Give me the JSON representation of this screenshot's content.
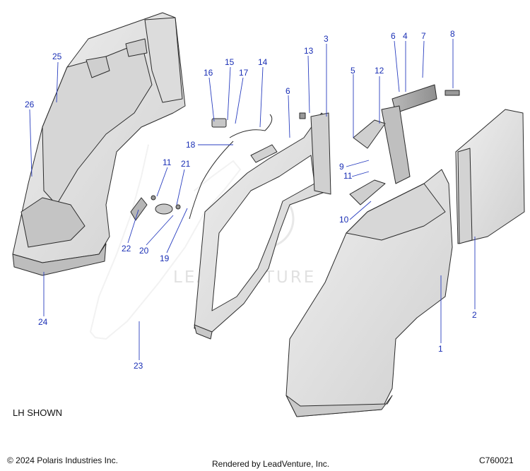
{
  "diagram": {
    "callouts": [
      "1",
      "2",
      "3",
      "4",
      "5",
      "6",
      "6",
      "7",
      "8",
      "9",
      "10",
      "11",
      "11",
      "12",
      "13",
      "14",
      "15",
      "16",
      "17",
      "18",
      "19",
      "20",
      "21",
      "22",
      "23",
      "24",
      "25",
      "26"
    ],
    "note": "LH SHOWN",
    "copyright": "© 2024 Polaris Industries Inc.",
    "rendered_by": "Rendered by LeadVenture, Inc.",
    "drawing_id": "C760021",
    "watermark": "LEADVENTURE"
  },
  "colors": {
    "callout": "#1a2fb5",
    "part_fill": "#e4e4e4",
    "part_dark": "#a9a9a9"
  }
}
